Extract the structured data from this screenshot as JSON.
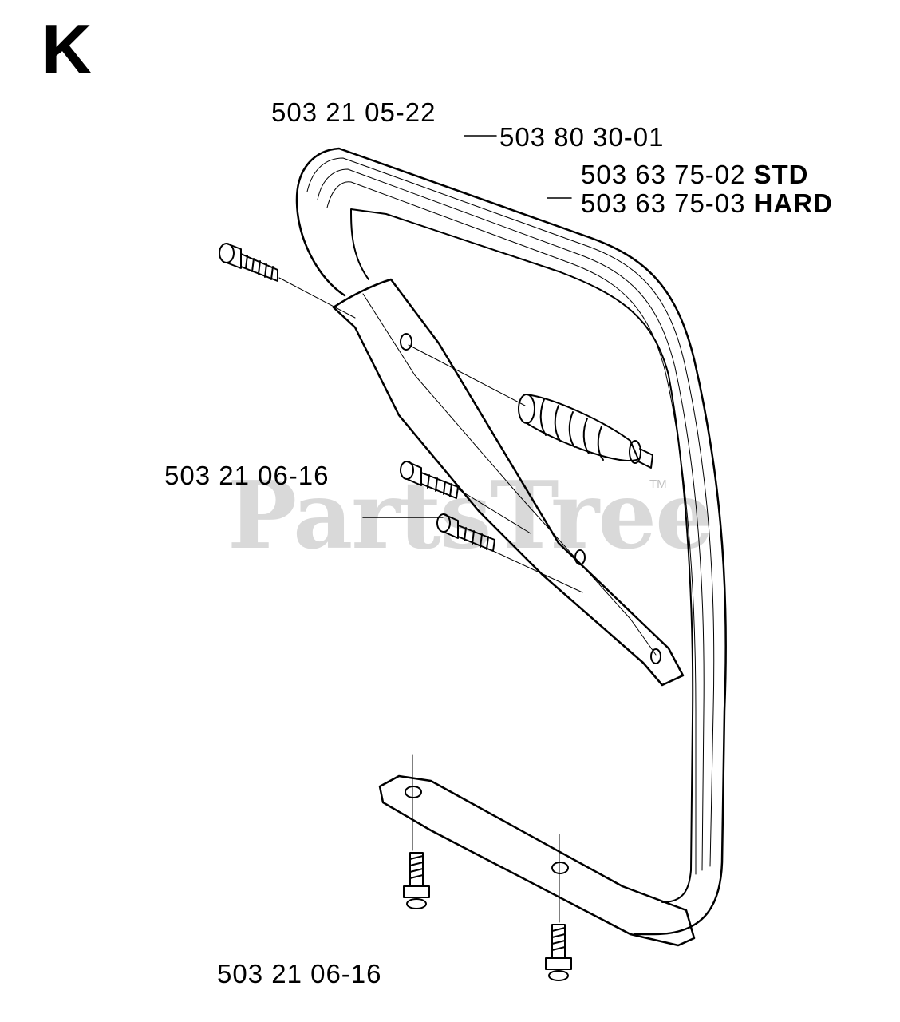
{
  "page": {
    "section_letter": "K"
  },
  "parts": {
    "bolt_top": {
      "number": "503 21 05-22"
    },
    "handle": {
      "number": "503 80 30-01"
    },
    "damper_std": {
      "number": "503 63 75-02",
      "suffix": "STD"
    },
    "damper_hard": {
      "number": "503 63 75-03",
      "suffix": "HARD"
    },
    "bolt_middle": {
      "number": "503 21 06-16"
    },
    "bolt_bottom": {
      "number": "503 21 06-16"
    }
  },
  "watermark": {
    "text": "PartsTree",
    "tm": "TM"
  }
}
